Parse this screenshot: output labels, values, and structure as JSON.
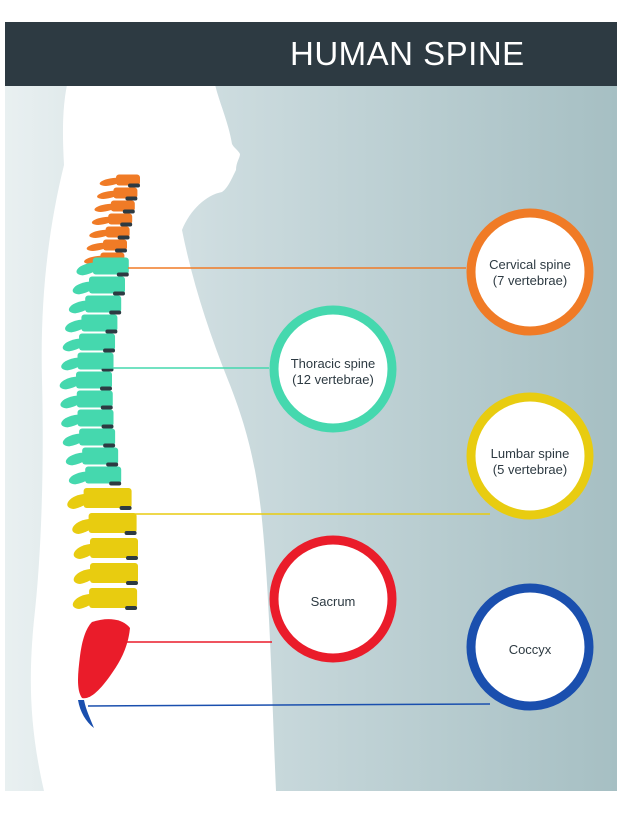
{
  "title": "HUMAN SPINE",
  "colors": {
    "header": "#2d3a42",
    "backdrop": "#a8c2c6",
    "cervical": "#f07b26",
    "thoracic": "#45d8ae",
    "lumbar": "#e8cc10",
    "sacrum": "#ea1c2a",
    "coccyx": "#1a4fae"
  },
  "regions": [
    {
      "key": "cervical",
      "line1": "Cervical spine",
      "line2": "(7 vertebrae)",
      "color": "#f07b26"
    },
    {
      "key": "thoracic",
      "line1": "Thoracic spine",
      "line2": "(12 vertebrae)",
      "color": "#45d8ae"
    },
    {
      "key": "lumbar",
      "line1": "Lumbar spine",
      "line2": "(5 vertebrae)",
      "color": "#e8cc10"
    },
    {
      "key": "sacrum",
      "line1": "Sacrum",
      "line2": "",
      "color": "#ea1c2a"
    },
    {
      "key": "coccyx",
      "line1": "Coccyx",
      "line2": "",
      "color": "#1a4fae"
    }
  ]
}
